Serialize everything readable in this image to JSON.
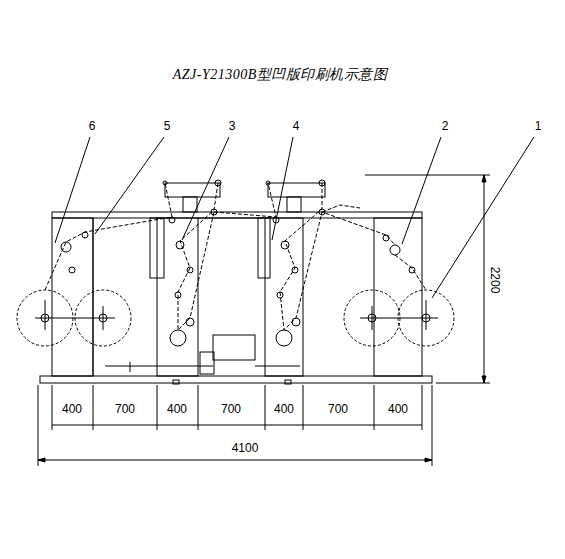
{
  "diagram": {
    "title": "AZJ-Y21300B型凹版印刷机示意图",
    "labels": [
      "6",
      "5",
      "3",
      "4",
      "2",
      "1",
      "400",
      "700",
      "400",
      "700",
      "400",
      "700",
      "400",
      "4100",
      "2200"
    ]
  }
}
